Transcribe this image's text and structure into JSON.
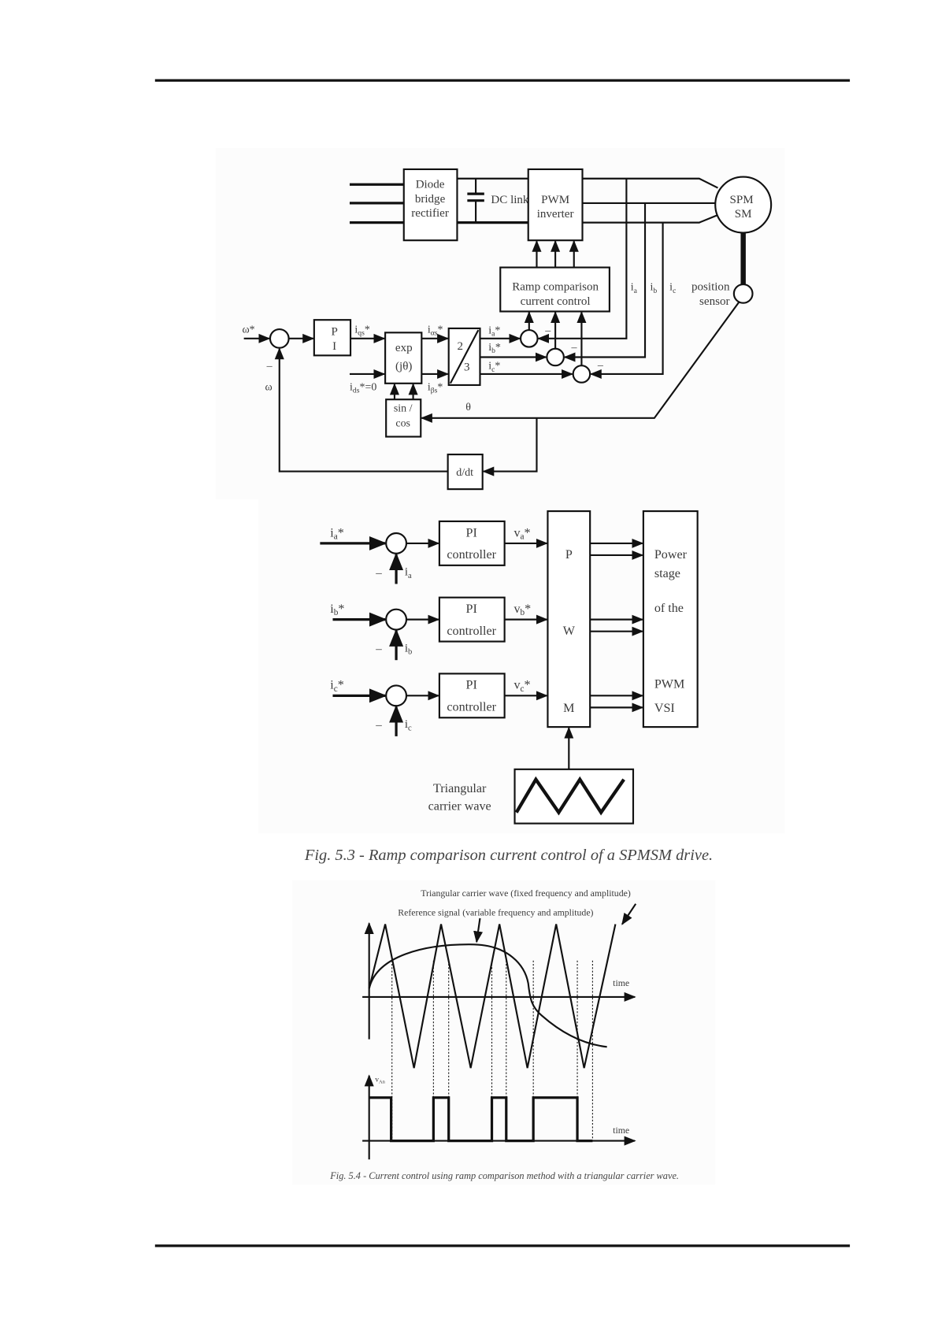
{
  "page": {
    "header_rule": true,
    "footer_rule": true
  },
  "fig53_top": {
    "diode": [
      "Diode",
      "bridge",
      "rectifier"
    ],
    "dc_link": "DC link",
    "inverter": [
      "PWM",
      "inverter"
    ],
    "motor": [
      "SPM",
      "SM"
    ],
    "ramp": [
      "Ramp comparison",
      "current control"
    ],
    "sensor": [
      "position",
      "sensor"
    ],
    "pi": [
      "P",
      "I"
    ],
    "exp": [
      "exp",
      "(jθ)"
    ],
    "transform": [
      "2",
      "3"
    ],
    "sincos": [
      "sin /",
      "cos"
    ],
    "ddt": "d/dt",
    "theta": "θ",
    "minus": "–",
    "omega_ref": "ω*",
    "omega": "ω",
    "i_meas": [
      {
        "b": "i",
        "s": "a"
      },
      {
        "b": "i",
        "s": "b"
      },
      {
        "b": "i",
        "s": "c"
      }
    ],
    "iqs": {
      "b": "i",
      "s": "qs",
      "p": "*"
    },
    "ids": {
      "b": "i",
      "s": "ds",
      "p": "*=0"
    },
    "ialpha": {
      "b": "i",
      "s": "αs",
      "p": "*"
    },
    "ibeta": {
      "b": "i",
      "s": "βs",
      "p": "*"
    },
    "iref": [
      {
        "b": "i",
        "s": "a",
        "p": "*"
      },
      {
        "b": "i",
        "s": "b",
        "p": "*"
      },
      {
        "b": "i",
        "s": "c",
        "p": "*"
      }
    ]
  },
  "fig53_bottom": {
    "rows": [
      {
        "iref": {
          "b": "i",
          "s": "a",
          "p": "*"
        },
        "imeas": {
          "b": "i",
          "s": "a"
        },
        "vref": {
          "b": "v",
          "s": "a",
          "p": "*"
        }
      },
      {
        "iref": {
          "b": "i",
          "s": "b",
          "p": "*"
        },
        "imeas": {
          "b": "i",
          "s": "b"
        },
        "vref": {
          "b": "v",
          "s": "b",
          "p": "*"
        }
      },
      {
        "iref": {
          "b": "i",
          "s": "c",
          "p": "*"
        },
        "imeas": {
          "b": "i",
          "s": "c"
        },
        "vref": {
          "b": "v",
          "s": "c",
          "p": "*"
        }
      }
    ],
    "pi": [
      "PI",
      "controller"
    ],
    "minus": "–",
    "pwm": [
      "P",
      "W",
      "M"
    ],
    "power": [
      "Power",
      "stage",
      "of the",
      "PWM",
      "VSI"
    ],
    "carrier": [
      "Triangular",
      "carrier wave"
    ],
    "caption": "Fig. 5.3 - Ramp comparison current control of a SPMSM drive."
  },
  "fig54": {
    "carrier_label": "Triangular carrier wave (fixed frequency and amplitude)",
    "reference_label": "Reference signal (variable frequency and amplitude)",
    "time_label": "time",
    "van": {
      "b": "v",
      "s": "An"
    },
    "caption": "Fig. 5.4 - Current control using ramp comparison method with a triangular carrier wave."
  }
}
